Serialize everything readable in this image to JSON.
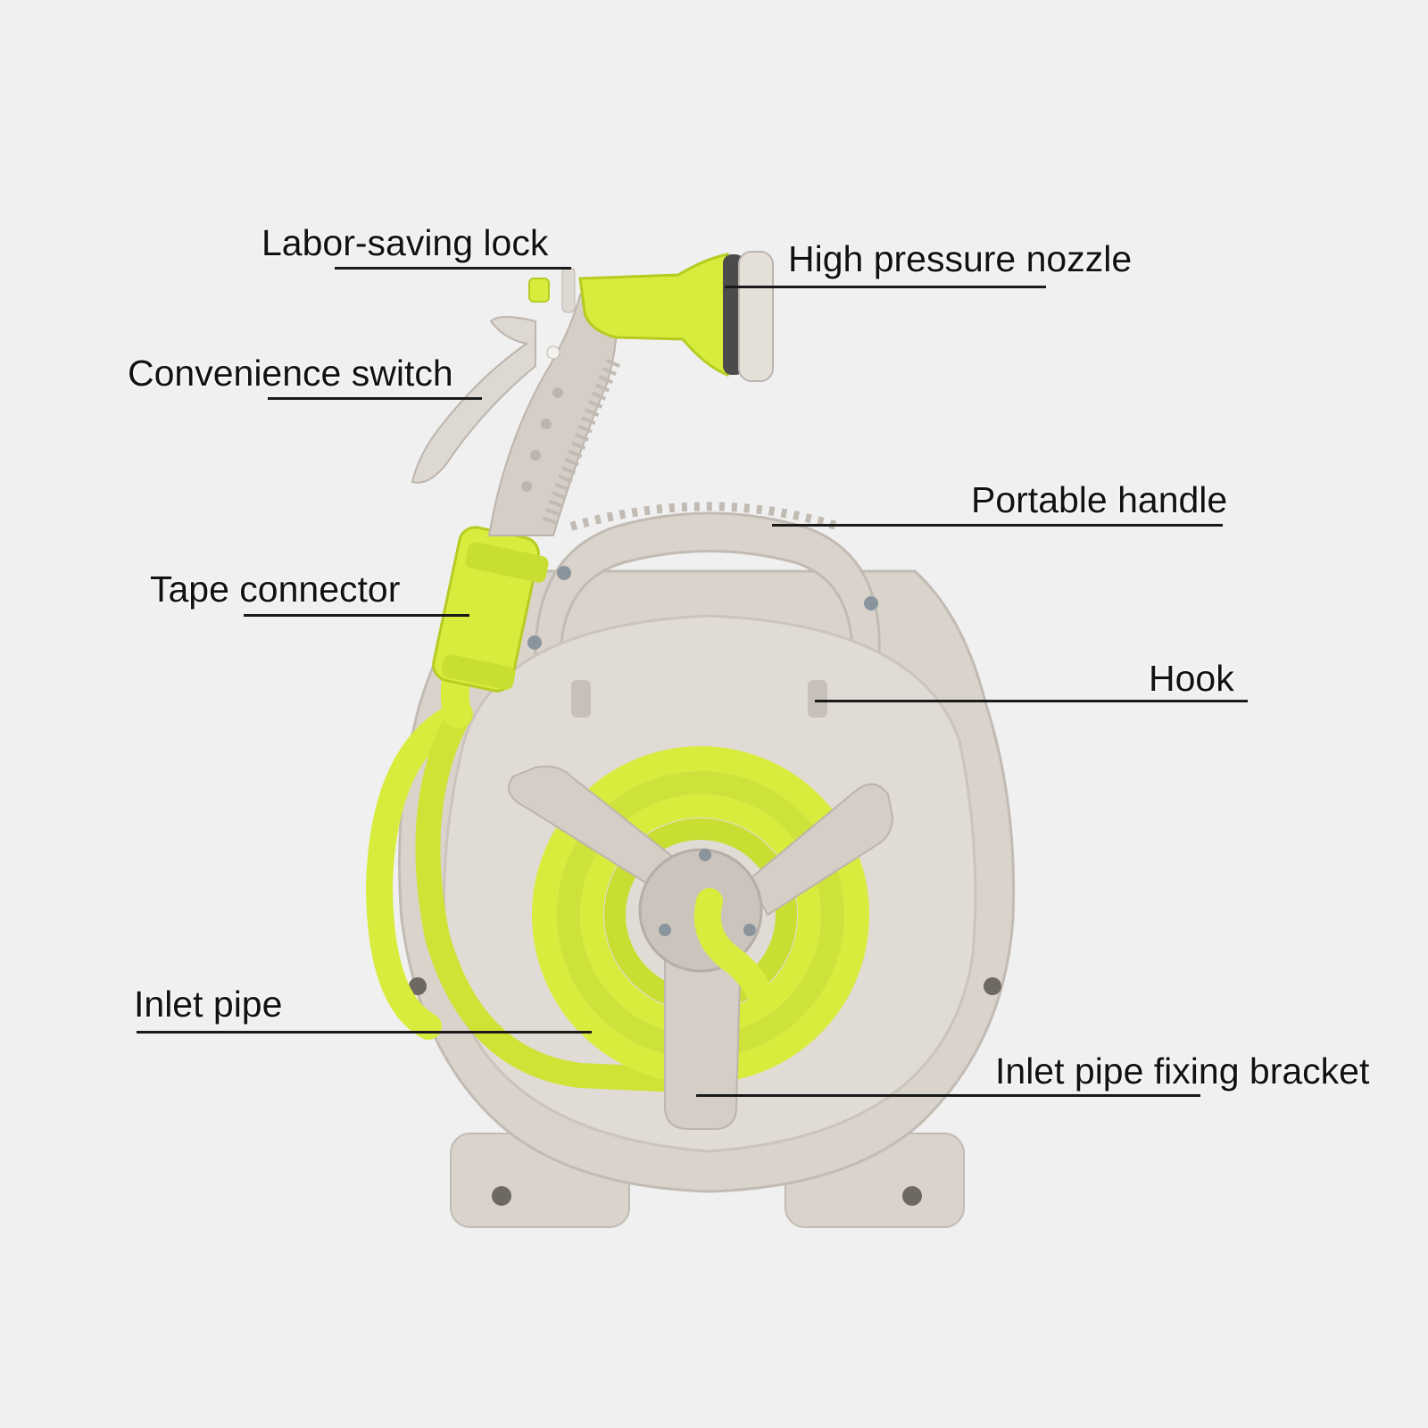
{
  "colors": {
    "background": "#f0f0f0",
    "housing": "#d9d3cc",
    "housing_shade": "#c7c0b8",
    "hose": "#d8ec3e",
    "hose_dark": "#b6cc22",
    "label_text": "#111111",
    "leader_line": "#1a1a1a"
  },
  "callouts": {
    "labor_saving_lock": "Labor-saving lock",
    "high_pressure_nozzle": "High pressure nozzle",
    "convenience_switch": "Convenience switch",
    "portable_handle": "Portable handle",
    "tape_connector": "Tape connector",
    "hook": "Hook",
    "inlet_pipe": "Inlet pipe",
    "inlet_pipe_fixing_bracket": "Inlet pipe fixing bracket"
  }
}
